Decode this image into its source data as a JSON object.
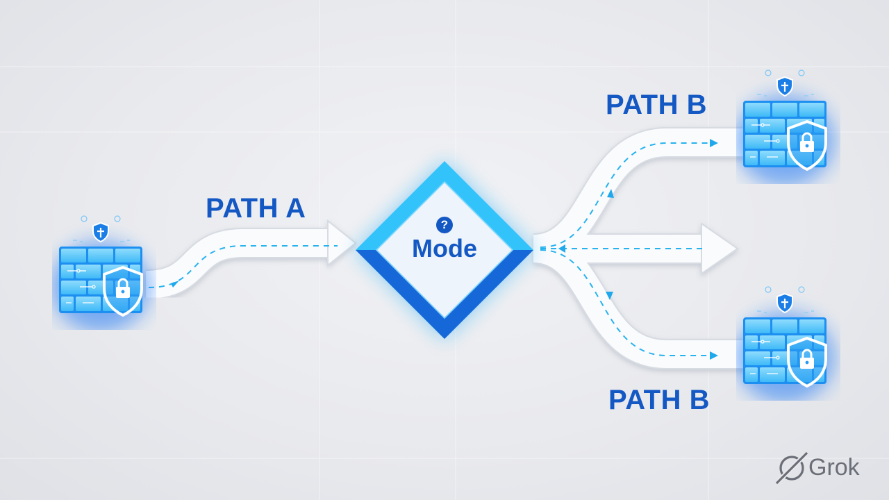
{
  "labels": {
    "path_a": "PATH A",
    "path_b_top": "PATH B",
    "path_b_bottom": "PATH B"
  },
  "decision": {
    "text": "Mode",
    "badge": "?"
  },
  "watermark": {
    "text": "Grok",
    "icon": "grok-logo-icon"
  },
  "nodes": [
    {
      "id": "firewall-left",
      "icons": [
        "brick-wall-icon",
        "shield-lock-icon",
        "shield-cross-icon"
      ]
    },
    {
      "id": "firewall-top-right",
      "icons": [
        "brick-wall-icon",
        "shield-lock-icon",
        "shield-cross-icon"
      ]
    },
    {
      "id": "firewall-bottom-right",
      "icons": [
        "brick-wall-icon",
        "shield-lock-icon",
        "shield-cross-icon"
      ]
    }
  ],
  "edges": [
    {
      "from": "firewall-left",
      "to": "decision-mode",
      "label": "PATH A"
    },
    {
      "from": "decision-mode",
      "to": "firewall-top-right",
      "label": "PATH B"
    },
    {
      "from": "decision-mode",
      "to": "firewall-bottom-right",
      "label": "PATH B"
    },
    {
      "from": "decision-mode",
      "to": "open-exit",
      "label": ""
    }
  ],
  "colors": {
    "label": "#1458c4",
    "accent_cyan": "#1fb6f6",
    "diamond_light": "#33c3fb",
    "diamond_dark": "#1668d8",
    "road": "#fafbfd",
    "road_edge": "#d7dbe2",
    "dash": "#26b2ee",
    "wall": "#55c8fb",
    "wall_mortar": "#1d8ff0",
    "shield_outline": "#ffffff",
    "watermark": "#6b6e76"
  }
}
